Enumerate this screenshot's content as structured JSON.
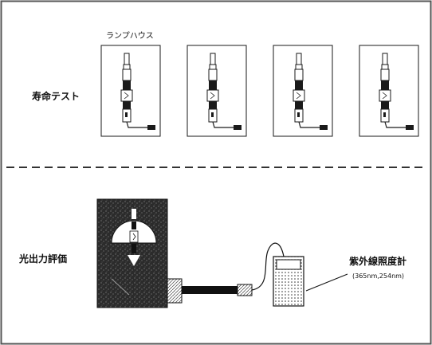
{
  "labels": {
    "lamp_house": "ランプハウス",
    "life_test": "寿命テスト",
    "light_output_eval": "光出力評価",
    "uv_meter": "紫外線照度計",
    "wavelengths": "(365nm,254nm)"
  },
  "lamp_house_count": 4,
  "colors": {
    "line": "#1a1a1a",
    "dark_box": "#2b2b2b",
    "frame": "#555555",
    "background": "#ffffff"
  }
}
